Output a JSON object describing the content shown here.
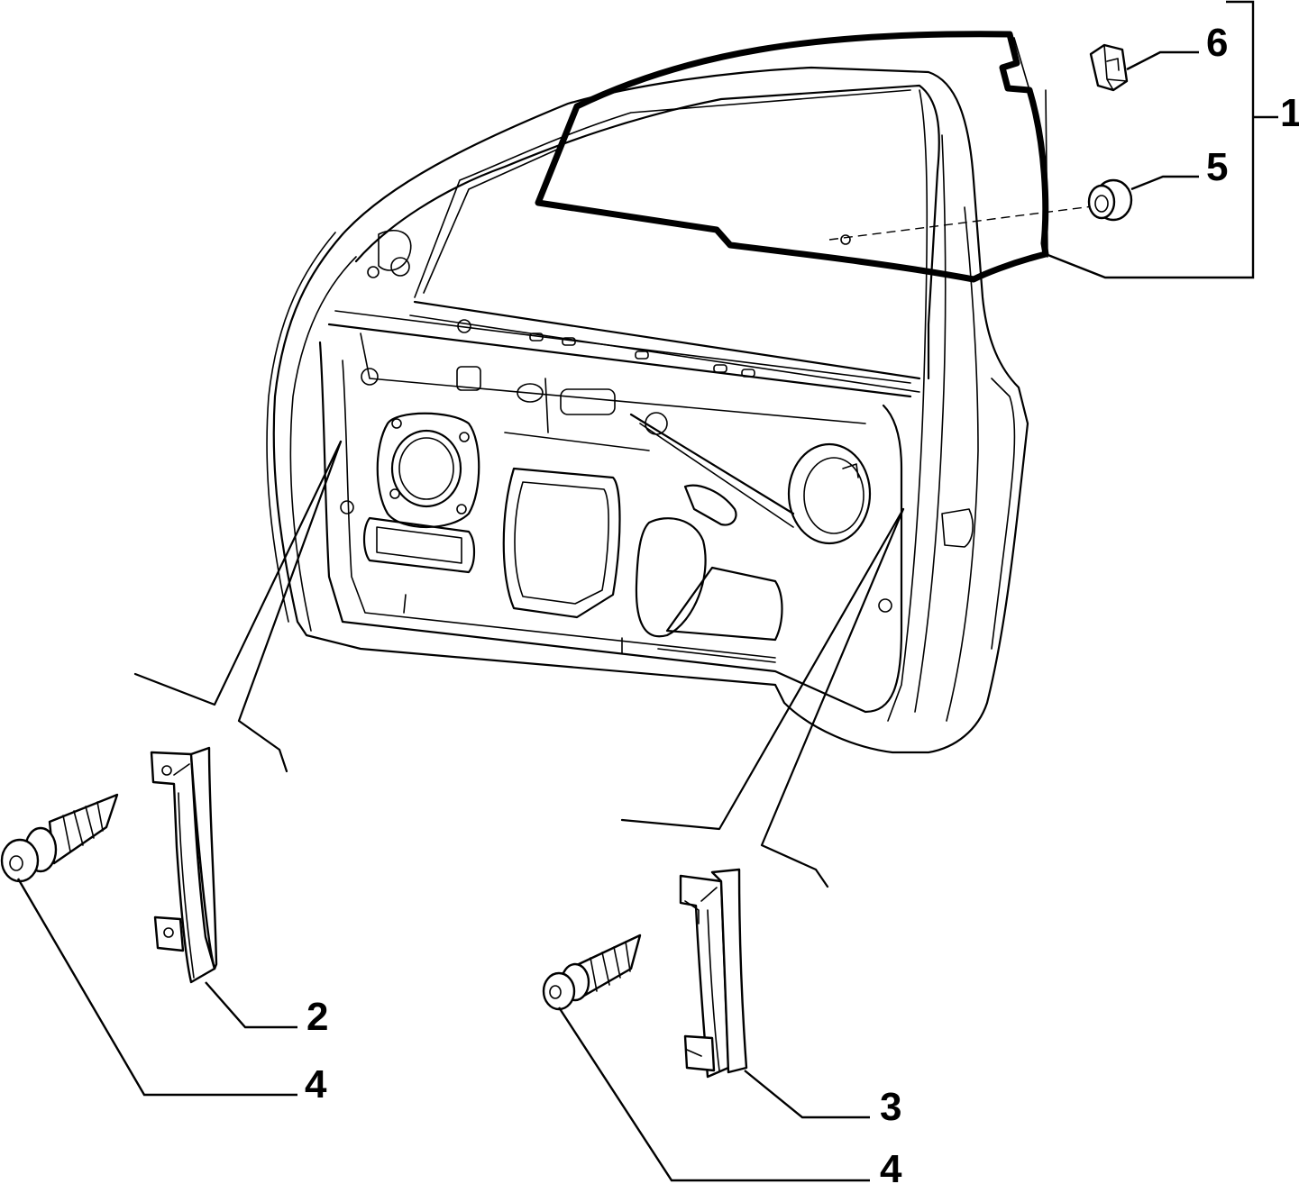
{
  "diagram": {
    "callouts": [
      {
        "id": "c1",
        "label": "1"
      },
      {
        "id": "c2",
        "label": "2"
      },
      {
        "id": "c3",
        "label": "3"
      },
      {
        "id": "c4a",
        "label": "4"
      },
      {
        "id": "c4b",
        "label": "4"
      },
      {
        "id": "c5",
        "label": "5"
      },
      {
        "id": "c6",
        "label": "6"
      }
    ]
  }
}
